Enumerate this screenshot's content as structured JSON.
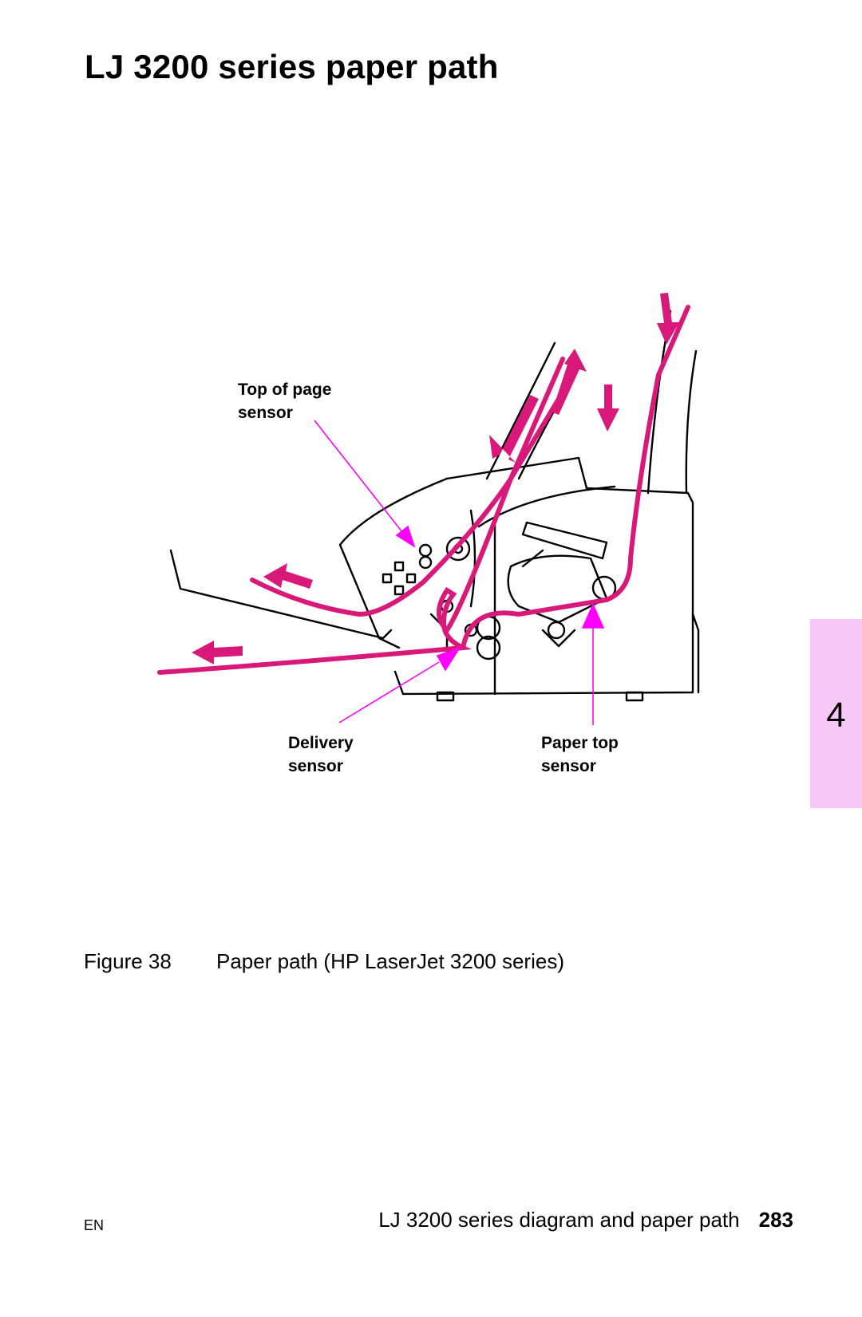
{
  "page": {
    "title": "LJ 3200 series paper path"
  },
  "figure": {
    "labels": {
      "top_of_page_line1": "Top of page",
      "top_of_page_line2": "sensor",
      "delivery_line1": "Delivery",
      "delivery_line2": "sensor",
      "paper_top_line1": "Paper top",
      "paper_top_line2": "sensor"
    },
    "caption_number": "Figure 38",
    "caption_text": "Paper path (HP LaserJet 3200 series)"
  },
  "colors": {
    "path": "#d8197a",
    "callout": "#ff00ff",
    "tab": "#f7c8f7"
  },
  "side_tab": {
    "chapter": "4"
  },
  "footer": {
    "left": "EN",
    "section": "LJ 3200 series diagram and paper path",
    "page_number": "283"
  }
}
